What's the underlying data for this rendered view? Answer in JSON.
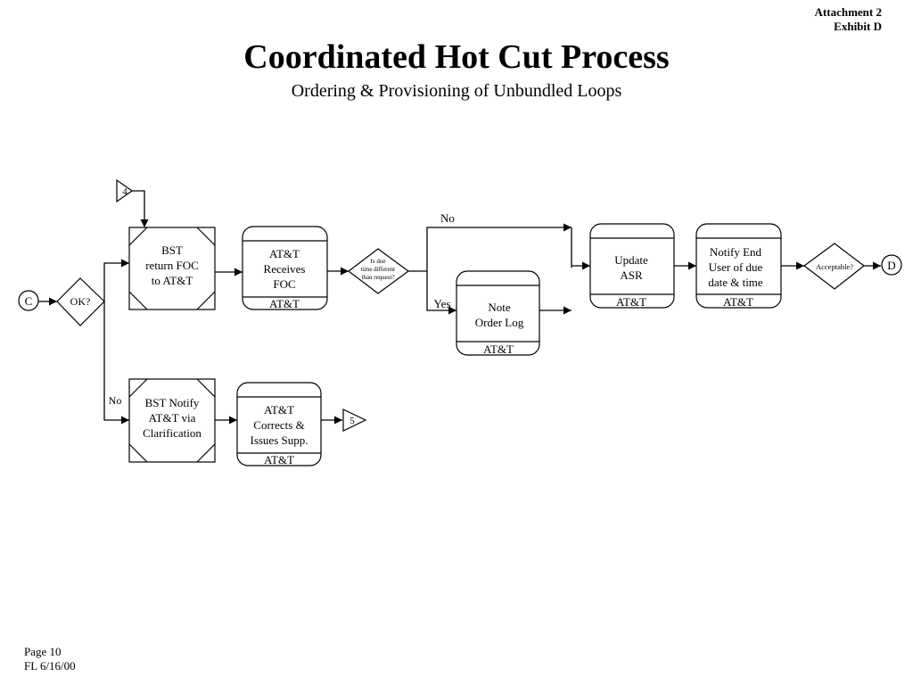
{
  "header": {
    "attachment": "Attachment 2",
    "exhibit": "Exhibit D",
    "title": "Coordinated Hot Cut Process",
    "subtitle": "Ordering & Provisioning of Unbundled Loops"
  },
  "footer": {
    "page": "Page 10",
    "date": "FL 6/16/00"
  },
  "connectors": {
    "c": "C",
    "d": "D",
    "four": "4",
    "five": "5"
  },
  "decisions": {
    "ok": "OK?",
    "due_time": [
      "Is due",
      "time different",
      "than request?"
    ],
    "acceptable": "Acceptable?"
  },
  "labels": {
    "no_top": "No",
    "yes": "Yes",
    "no_left": "No"
  },
  "boxes": {
    "bst_return": {
      "lines": [
        "BST",
        "return FOC",
        "to AT&T"
      ]
    },
    "bst_notify": {
      "lines": [
        "BST Notify",
        "AT&T via",
        "Clarification"
      ]
    },
    "att_receives": {
      "lines": [
        "AT&T",
        "Receives",
        "FOC"
      ],
      "owner": "AT&T"
    },
    "att_corrects": {
      "lines": [
        "AT&T",
        "Corrects &",
        "Issues Supp."
      ],
      "owner": "AT&T"
    },
    "note_order": {
      "lines": [
        "Note",
        "Order Log"
      ],
      "owner": "AT&T"
    },
    "update_asr": {
      "lines": [
        "Update",
        "ASR"
      ],
      "owner": "AT&T"
    },
    "notify_end": {
      "lines": [
        "Notify End",
        "User of due",
        "date & time"
      ],
      "owner": "AT&T"
    }
  }
}
